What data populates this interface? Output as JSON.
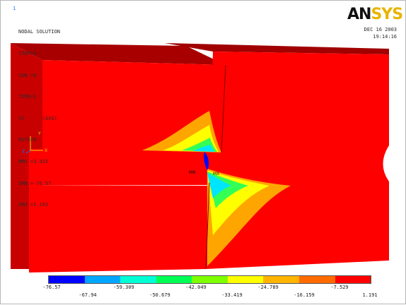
{
  "window": {
    "corner_index": "1"
  },
  "info": {
    "lines": [
      "NODAL SOLUTION",
      "STEP=1",
      "SUB =8",
      "TIME=1",
      "SY      (AVG)",
      "RSYS=0",
      "DMX =3.415",
      "SMN =-76.57",
      "SMX =1.191"
    ]
  },
  "logo": {
    "prefix": "AN",
    "suffix": "SYS"
  },
  "datetime": {
    "date": "DEC 16 2003",
    "time": "19:14:16"
  },
  "markers": {
    "mn": "MN",
    "mx": "MX"
  },
  "triad": {
    "y": "Y",
    "z": "Z",
    "x": "X"
  },
  "legend": {
    "colors": [
      "#0000ff",
      "#00a7ff",
      "#00ffd5",
      "#00ff55",
      "#7dff00",
      "#ffff00",
      "#ffb400",
      "#ff6b00",
      "#ff0000"
    ],
    "labels_top": [
      "-76.57",
      "-59.309",
      "-42.049",
      "-24.789",
      "-7.529"
    ],
    "labels_bottom": [
      "-67.94",
      "-50.679",
      "-33.419",
      "-16.159",
      "1.191"
    ]
  },
  "colors": {
    "red": "#ff0000",
    "dark_red": "#b30000",
    "orange": "#ffa500",
    "yellow": "#ffff00",
    "green": "#33ff55",
    "cyan": "#00e5ff",
    "blue": "#0000ff"
  }
}
